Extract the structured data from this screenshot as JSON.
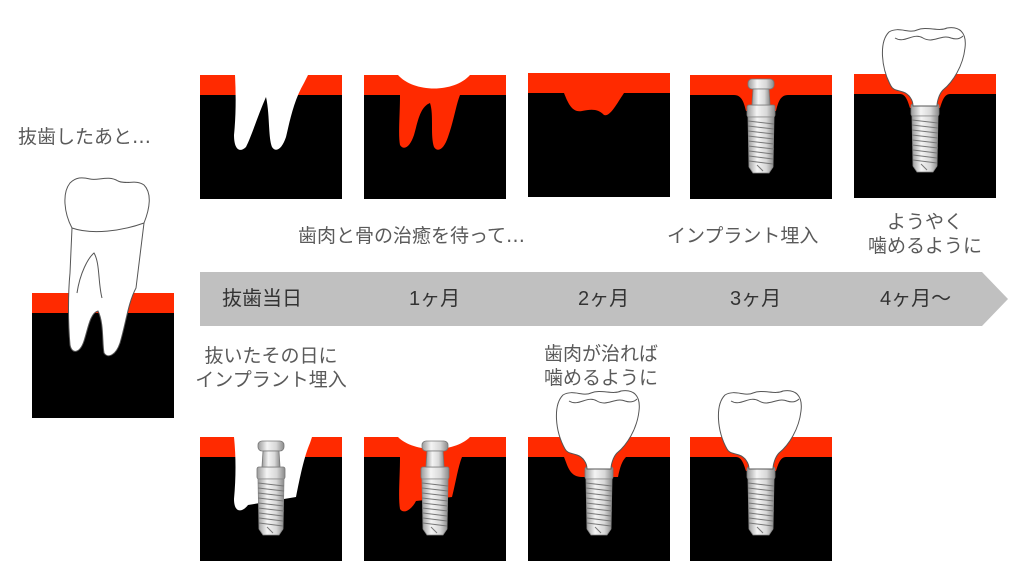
{
  "colors": {
    "gum": "#ff2a00",
    "bone": "#000000",
    "timeline_bar": "#c0c0c0",
    "text": "#5a5a5a",
    "timeline_text": "#333333"
  },
  "labels": {
    "after_extraction": "抜歯したあと…",
    "waiting_healing": "歯肉と骨の治癒を待って…",
    "implant_placement_top": "インプラント埋入",
    "finally_line1": "ようやく",
    "finally_line2": "噛めるように",
    "same_day_line1": "抜いたその日に",
    "same_day_line2": "インプラント埋入",
    "gum_heals_line1": "歯肉が治れば",
    "gum_heals_line2": "噛めるように"
  },
  "timeline": {
    "steps": [
      "抜歯当日",
      "1ヶ月",
      "2ヶ月",
      "3ヶ月",
      "4ヶ月〜"
    ]
  },
  "panels": {
    "left": "tooth-in-socket",
    "top_row": [
      "empty-socket",
      "gum-filling-socket",
      "healed-ridge",
      "implant-with-healing-cap",
      "implant-with-crown"
    ],
    "bottom_row": [
      "immediate-implant",
      "immediate-implant-healing",
      "implant-crown-healing",
      "implant-crown-healed"
    ]
  }
}
